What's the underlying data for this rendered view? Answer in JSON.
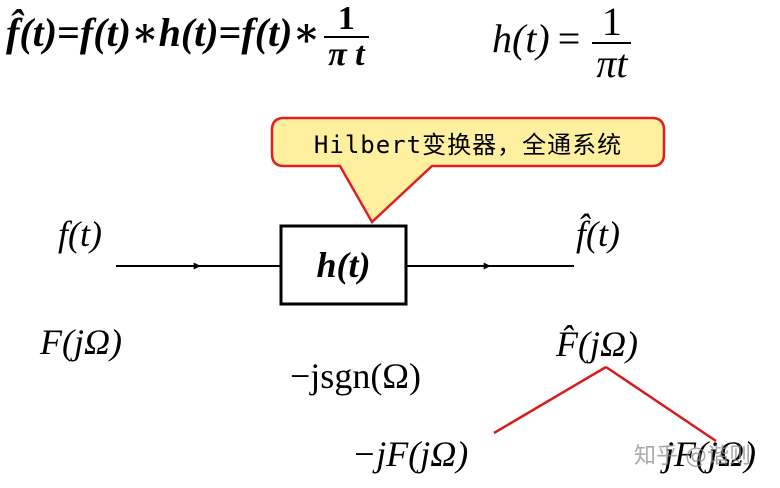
{
  "equations": {
    "main_lhs": "f̂(t)",
    "eq1": "=",
    "conv1": "f(t)∗h(t)",
    "eq2": "=",
    "conv2": "f(t)∗",
    "frac_num": "1",
    "frac_den": "π t",
    "h_lhs": "h(t)",
    "eq3": "=",
    "h_num": "1",
    "h_den": "πt"
  },
  "callout": {
    "text": "Hilbert变换器，全通系统",
    "fill": "#fff0a0",
    "stroke": "#e02020"
  },
  "system": {
    "box_label": "h(t)"
  },
  "input": {
    "time_label": "f(t)",
    "freq_label": "F(jΩ)"
  },
  "output": {
    "time_label": "f̂(t)",
    "freq_label": "F̂(jΩ)"
  },
  "transfer": {
    "label": "−jsgn(Ω)"
  },
  "branches": {
    "left_label": "−jF(jΩ)",
    "right_label": "jF(jΩ)",
    "line_color": "#d81b1b"
  },
  "watermark": {
    "text": "知乎 @谐则"
  }
}
